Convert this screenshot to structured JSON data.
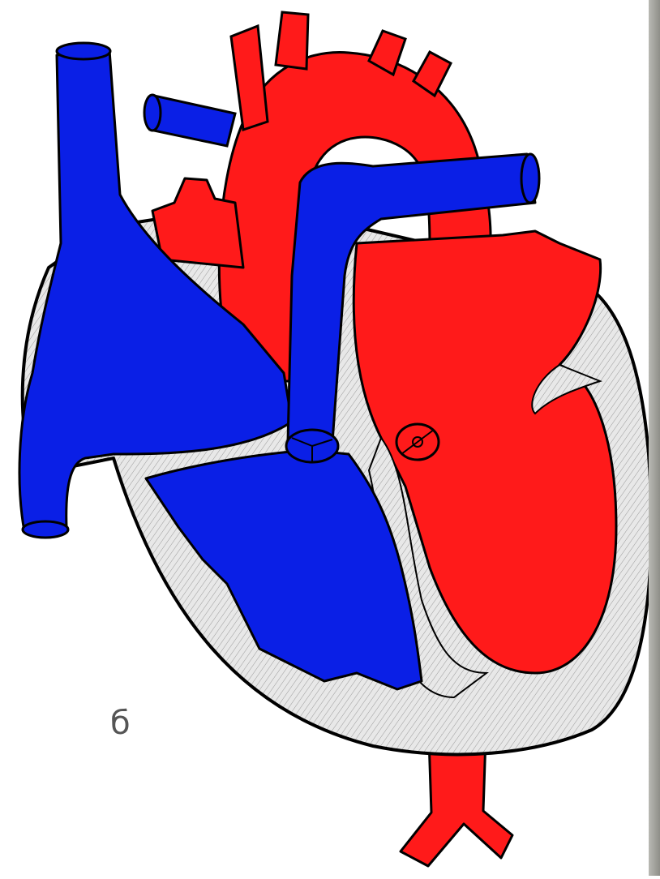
{
  "figure": {
    "label": "б",
    "colors": {
      "arterial": "#ff1a1a",
      "venous": "#0a1fe6",
      "myocardium": "#e8e8e8",
      "outline": "#000000",
      "side_bar": "#a3a39c"
    },
    "parts": [
      "superior-vena-cava",
      "inferior-vena-cava",
      "right-atrium",
      "right-ventricle",
      "pulmonary-artery",
      "aortic-arch",
      "aortic-branches",
      "left-atrium",
      "pulmonary-veins",
      "left-ventricle",
      "descending-aorta",
      "iliac-bifurcation",
      "tricuspid-valve",
      "mitral-valve",
      "interventricular-septum"
    ]
  }
}
